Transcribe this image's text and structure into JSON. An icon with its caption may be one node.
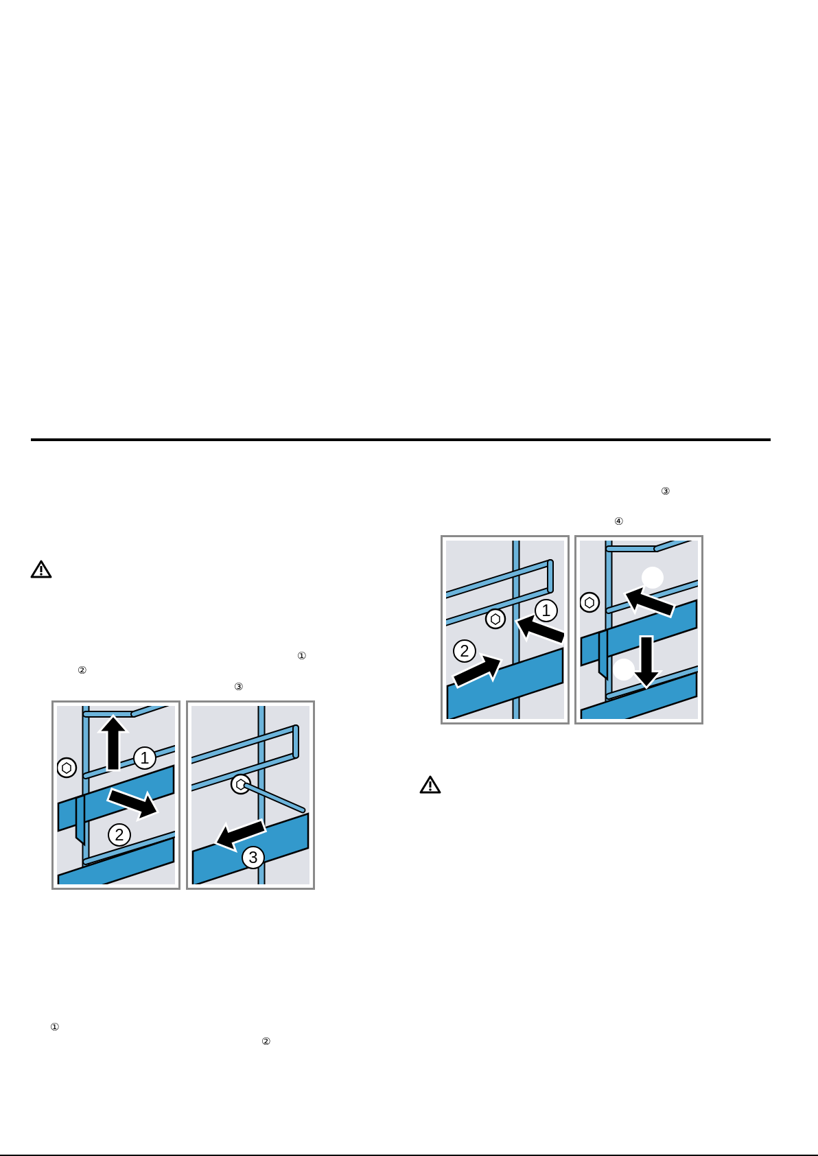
{
  "diagram": {
    "labels": [
      "①",
      "②",
      "③",
      "1",
      "2",
      "3",
      "①",
      "②",
      "③",
      "④",
      "1",
      "2"
    ]
  }
}
